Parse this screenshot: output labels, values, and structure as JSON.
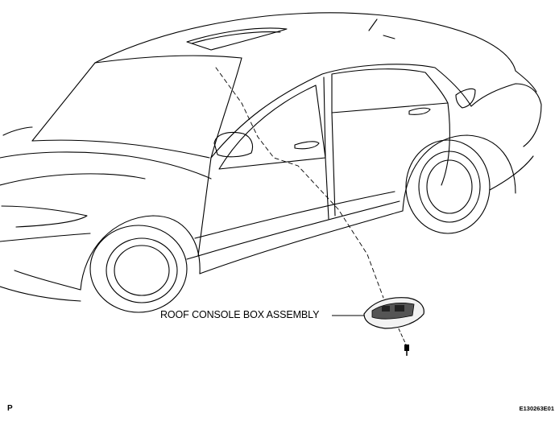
{
  "diagram": {
    "callout_label": "ROOF CONSOLE BOX ASSEMBLY",
    "corner_letter": "P",
    "figure_id": "E130263E01"
  }
}
